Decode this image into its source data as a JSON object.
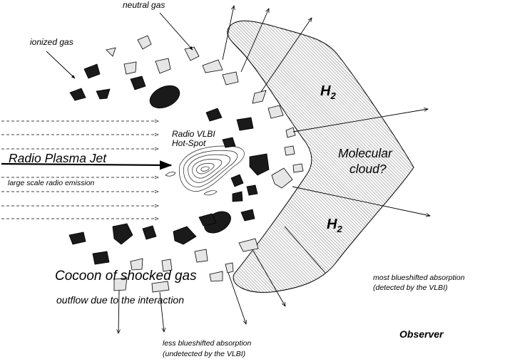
{
  "labels": {
    "neutral_gas": "neutral gas",
    "ionized_gas": "ionized gas",
    "radio_vlbi_hotspot": [
      "Radio VLBI",
      "Hot-Spot"
    ],
    "radio_plasma_jet": "Radio Plasma Jet",
    "large_scale_emission": "large scale radio emission",
    "h2_top": {
      "main": "H",
      "sub": "2"
    },
    "h2_bottom": {
      "main": "H",
      "sub": "2"
    },
    "molecular_cloud": [
      "Molecular",
      "cloud?"
    ],
    "cocoon": "Cocoon of shocked gas",
    "outflow": "outflow due to the interaction",
    "most_blueshifted": [
      "most blueshifted absorption",
      "(detected by the VLBI)"
    ],
    "less_blueshifted": [
      "less blueshifted absorption",
      "(undetected by the VLBI)"
    ],
    "observer": "Observer"
  },
  "colors": {
    "ionized_clump": "#1a1a1a",
    "neutral_clump": "#e6e6e6",
    "cloud_hatch": "#7a7a7a",
    "line": "#000000"
  }
}
